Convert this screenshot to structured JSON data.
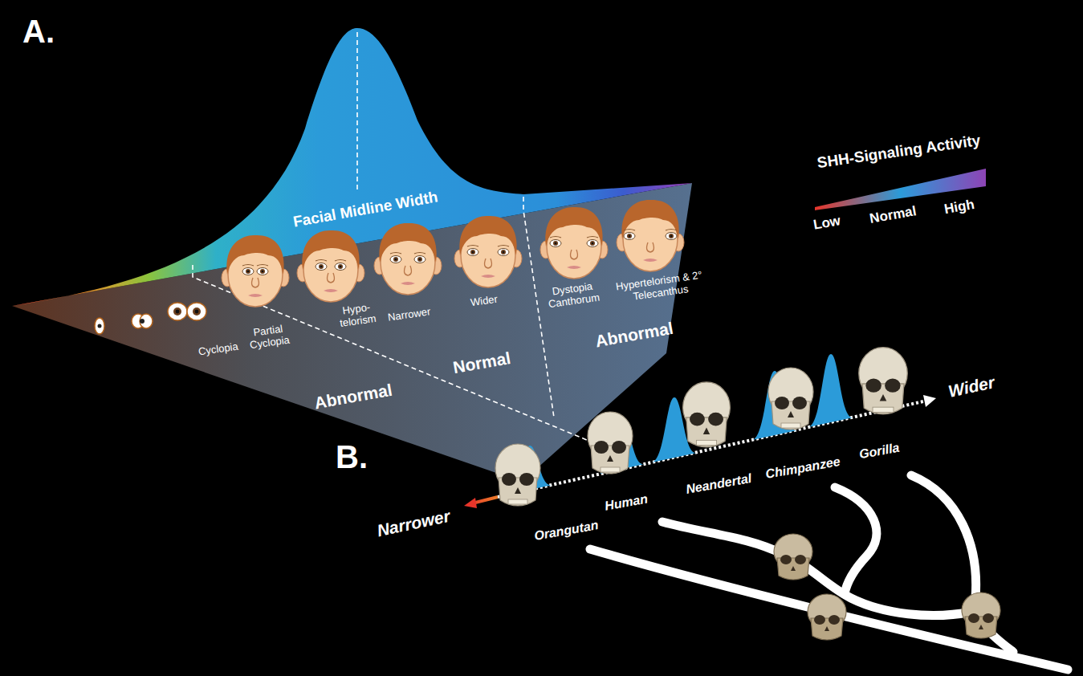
{
  "diagram": {
    "labels": [
      "A.",
      "Facial Midline Width",
      "Cyclopia",
      "Partial Cyclopia",
      "Hypo- telorism",
      "Narrower",
      "Wider",
      "Dystopia Canthorum",
      "Hypertelorism & 2° Telecanthus",
      "Normal",
      "Abnormal",
      "Abnormal",
      "SHH-Signaling Activity",
      "B.",
      "Narrower",
      "Wider",
      "Orangutan",
      "Human",
      "Neandertal",
      "Chimpanzee",
      "Gorilla"
    ],
    "legend": [
      {
        "text": "Low",
        "color": "#e8352a"
      },
      {
        "text": "Normal",
        "color": "#2b9bd9"
      },
      {
        "text": "High",
        "color": "#8e44b5"
      }
    ]
  }
}
